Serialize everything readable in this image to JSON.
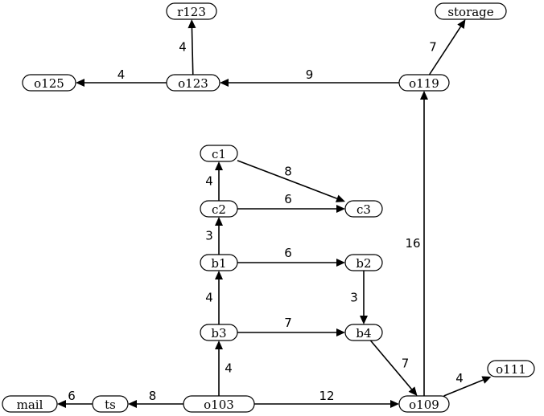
{
  "graph": {
    "nodes": [
      {
        "id": "r123",
        "label": "r123"
      },
      {
        "id": "storage",
        "label": "storage"
      },
      {
        "id": "o125",
        "label": "o125"
      },
      {
        "id": "o123",
        "label": "o123"
      },
      {
        "id": "o119",
        "label": "o119"
      },
      {
        "id": "c1",
        "label": "c1"
      },
      {
        "id": "c2",
        "label": "c2"
      },
      {
        "id": "c3",
        "label": "c3"
      },
      {
        "id": "b1",
        "label": "b1"
      },
      {
        "id": "b2",
        "label": "b2"
      },
      {
        "id": "b3",
        "label": "b3"
      },
      {
        "id": "b4",
        "label": "b4"
      },
      {
        "id": "mail",
        "label": "mail"
      },
      {
        "id": "ts",
        "label": "ts"
      },
      {
        "id": "o103",
        "label": "o103"
      },
      {
        "id": "o109",
        "label": "o109"
      },
      {
        "id": "o111",
        "label": "o111"
      }
    ],
    "edges": [
      {
        "from": "o123",
        "to": "r123",
        "weight": "4"
      },
      {
        "from": "o119",
        "to": "storage",
        "weight": "7"
      },
      {
        "from": "o123",
        "to": "o125",
        "weight": "4"
      },
      {
        "from": "o119",
        "to": "o123",
        "weight": "9"
      },
      {
        "from": "c1",
        "to": "c3",
        "weight": "8"
      },
      {
        "from": "c2",
        "to": "c1",
        "weight": "4"
      },
      {
        "from": "c2",
        "to": "c3",
        "weight": "6"
      },
      {
        "from": "b1",
        "to": "c2",
        "weight": "3"
      },
      {
        "from": "b1",
        "to": "b2",
        "weight": "6"
      },
      {
        "from": "b2",
        "to": "b4",
        "weight": "3"
      },
      {
        "from": "b3",
        "to": "b1",
        "weight": "4"
      },
      {
        "from": "b3",
        "to": "b4",
        "weight": "7"
      },
      {
        "from": "b4",
        "to": "o109",
        "weight": "7"
      },
      {
        "from": "o109",
        "to": "o119",
        "weight": "16"
      },
      {
        "from": "o109",
        "to": "o111",
        "weight": "4"
      },
      {
        "from": "o103",
        "to": "b3",
        "weight": "4"
      },
      {
        "from": "o103",
        "to": "ts",
        "weight": "8"
      },
      {
        "from": "o103",
        "to": "o109",
        "weight": "12"
      },
      {
        "from": "ts",
        "to": "mail",
        "weight": "6"
      }
    ]
  }
}
